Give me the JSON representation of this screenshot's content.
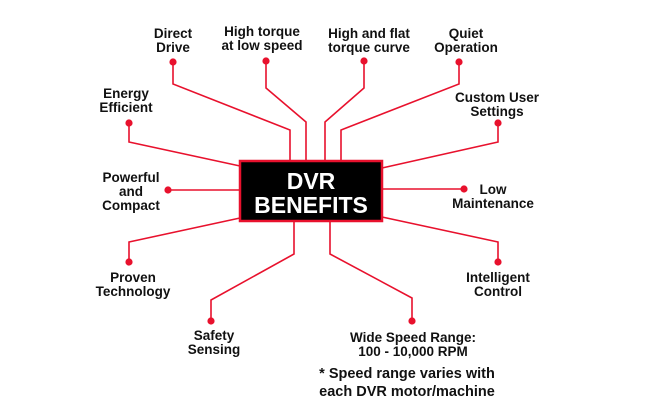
{
  "center": {
    "line1": "DVR",
    "line2": "BENEFITS"
  },
  "benefits": [
    {
      "id": "direct-drive",
      "lines": [
        "Direct",
        "Drive"
      ]
    },
    {
      "id": "high-torque-low-speed",
      "lines": [
        "High torque",
        "at low speed"
      ]
    },
    {
      "id": "flat-torque-curve",
      "lines": [
        "High and flat",
        "torque curve"
      ]
    },
    {
      "id": "quiet-operation",
      "lines": [
        "Quiet",
        "Operation"
      ]
    },
    {
      "id": "energy-efficient",
      "lines": [
        "Energy",
        "Efficient"
      ]
    },
    {
      "id": "custom-user-settings",
      "lines": [
        "Custom User",
        "Settings"
      ]
    },
    {
      "id": "powerful-compact",
      "lines": [
        "Powerful",
        "and",
        "Compact"
      ]
    },
    {
      "id": "low-maintenance",
      "lines": [
        "Low",
        "Maintenance"
      ]
    },
    {
      "id": "proven-technology",
      "lines": [
        "Proven",
        "Technology"
      ]
    },
    {
      "id": "intelligent-control",
      "lines": [
        "Intelligent",
        "Control"
      ]
    },
    {
      "id": "safety-sensing",
      "lines": [
        "Safety",
        "Sensing"
      ]
    },
    {
      "id": "wide-speed-range",
      "lines": [
        "Wide Speed Range:",
        "100 - 10,000 RPM"
      ]
    }
  ],
  "footnote": [
    "* Speed range varies with",
    "each DVR motor/machine"
  ],
  "colors": {
    "accent": "#e8112d",
    "box": "#000000",
    "text": "#111111"
  }
}
